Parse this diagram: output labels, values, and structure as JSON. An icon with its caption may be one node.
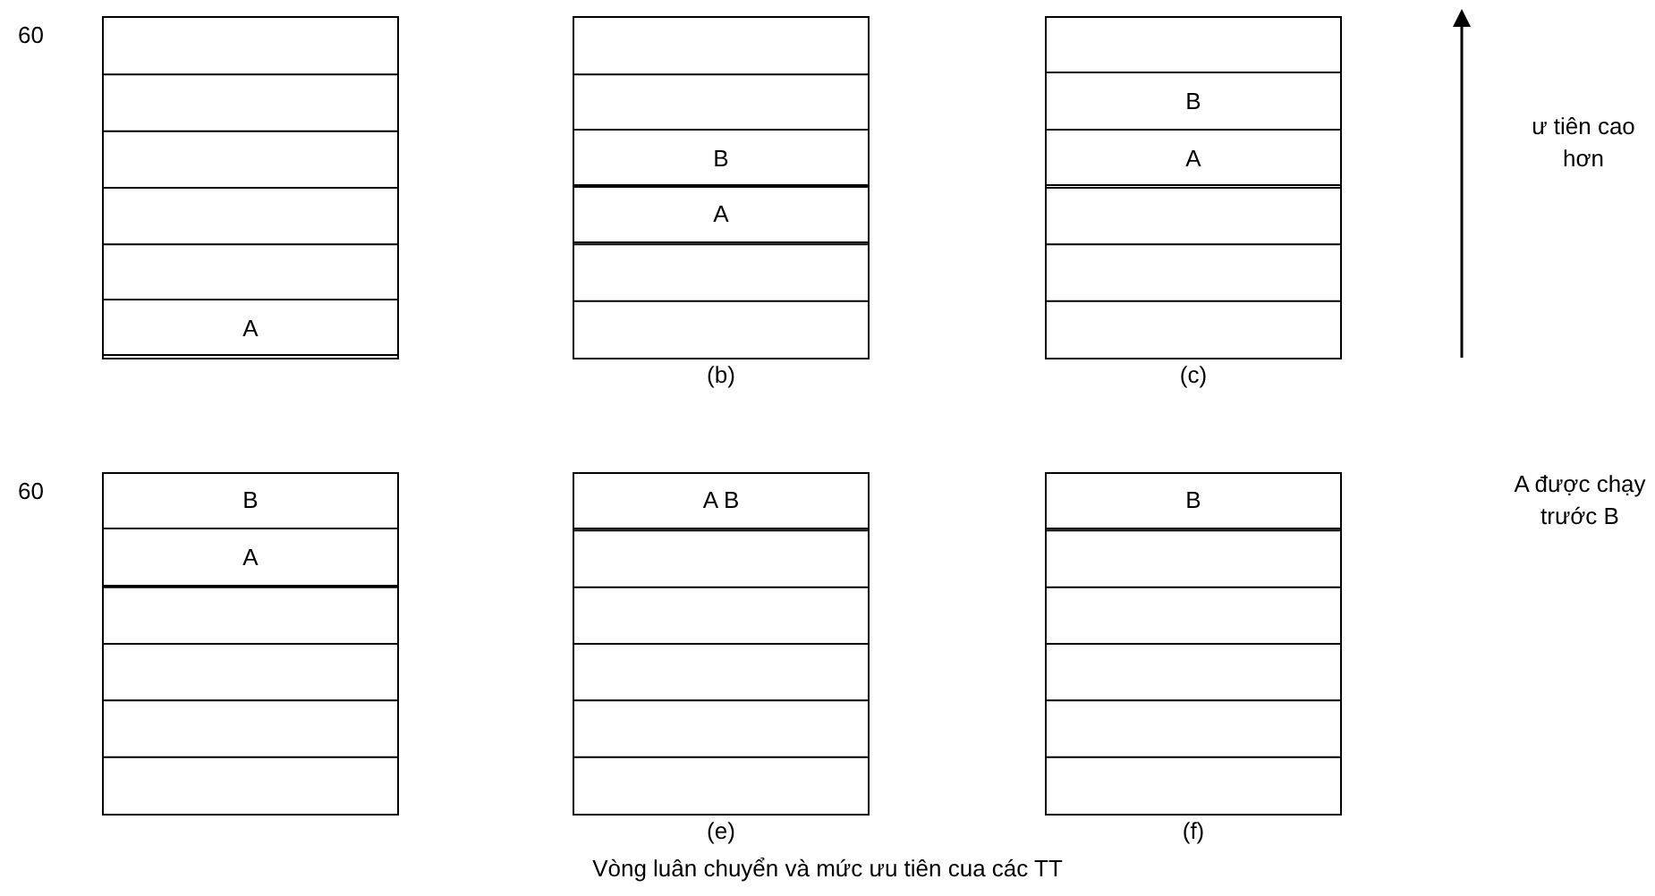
{
  "diagram": {
    "caption": "Vòng luân chuyển và mức ưu tiên cua các TT",
    "nodes": [
      {
        "text": [],
        "shape": "box",
        "beside": [
          "60"
        ]
      },
      {
        "text": [
          "A"
        ],
        "in": 0
      },
      {
        "text": [],
        "shape": "box",
        "beside": [
          "(b)"
        ]
      },
      {
        "text": [
          "B"
        ],
        "in": 2
      },
      {
        "text": [
          "A"
        ],
        "in": 2
      },
      {
        "text": [],
        "shape": "box",
        "beside": [
          "(c)"
        ]
      },
      {
        "text": [
          "B"
        ],
        "in": 5
      },
      {
        "text": [
          "A"
        ],
        "in": 5
      },
      {
        "text": [],
        "shape": "box",
        "beside": [
          "60"
        ]
      },
      {
        "text": [
          "B"
        ],
        "in": 8
      },
      {
        "text": [
          "A"
        ],
        "in": 8
      },
      {
        "text": [],
        "shape": "box",
        "beside": [
          "(e)"
        ]
      },
      {
        "text": [
          "A B"
        ],
        "in": 11
      },
      {
        "text": [],
        "shape": "box",
        "beside": [
          "(f)"
        ]
      },
      {
        "text": [
          "B"
        ],
        "in": 13
      }
    ],
    "edges": [],
    "labels": [
      "ư tiên cao hơn",
      "A được chạy trước B"
    ]
  }
}
